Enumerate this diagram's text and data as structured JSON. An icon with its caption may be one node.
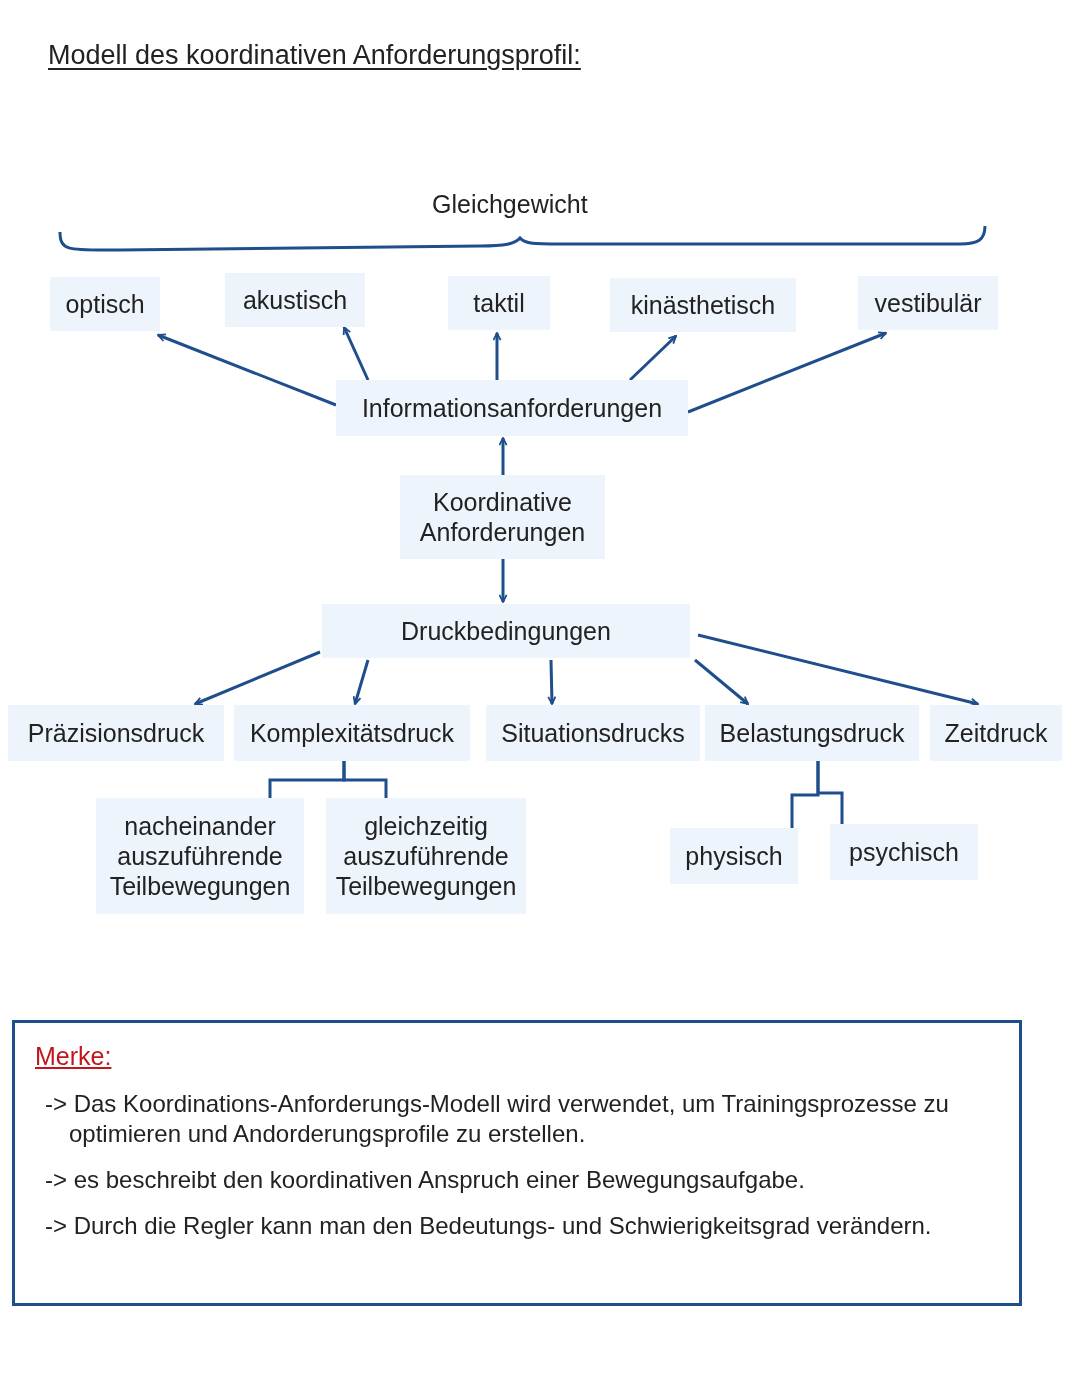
{
  "diagram": {
    "title": "Modell des koordinativen Anforderungsprofil:",
    "nodes": [
      {
        "text": [
          "optisch"
        ]
      },
      {
        "text": [
          "akustisch"
        ]
      },
      {
        "text": [
          "taktil"
        ]
      },
      {
        "text": [
          "kinästhetisch"
        ]
      },
      {
        "text": [
          "vestibulär"
        ]
      },
      {
        "text": [
          "Informationsanforderungen"
        ]
      },
      {
        "text": [
          "Koordinative Anforderungen"
        ]
      },
      {
        "text": [
          "Druckbedingungen"
        ]
      },
      {
        "text": [
          "Präzisionsdruck"
        ]
      },
      {
        "text": [
          "Komplexitätsdruck"
        ]
      },
      {
        "text": [
          "Situationsdrucks"
        ]
      },
      {
        "text": [
          "Belastungsdruck"
        ]
      },
      {
        "text": [
          "Zeitdruck"
        ]
      },
      {
        "text": [
          "nacheinander auszuführende Teilbewegungen"
        ]
      },
      {
        "text": [
          "gleichzeitig auszuführende Teilbewegungen"
        ]
      },
      {
        "text": [
          "physisch"
        ]
      },
      {
        "text": [
          "psychisch"
        ]
      },
      {
        "text": [
          "Merke:",
          "-> Das Koordinations-Anforderungs-Modell wird verwendet, um Trainingsprozesse zu optimieren und Andorderungsprofile zu erstellen.",
          "-> es beschreibt den koordinativen Anspruch einer Bewegungsaufgabe.",
          "-> Durch die Regler kann man den Bedeutungs- und Schwierigkeitsgrad verändern."
        ]
      }
    ],
    "edges": [
      {
        "from": 5,
        "to": 0,
        "arrow": "to"
      },
      {
        "from": 5,
        "to": 1,
        "arrow": "to"
      },
      {
        "from": 5,
        "to": 2,
        "arrow": "to"
      },
      {
        "from": 5,
        "to": 3,
        "arrow": "to"
      },
      {
        "from": 5,
        "to": 4,
        "arrow": "to"
      },
      {
        "from": 6,
        "to": 5,
        "arrow": "to"
      },
      {
        "from": 6,
        "to": 7,
        "arrow": "to"
      },
      {
        "from": 7,
        "to": 8,
        "arrow": "to"
      },
      {
        "from": 7,
        "to": 9,
        "arrow": "to"
      },
      {
        "from": 7,
        "to": 10,
        "arrow": "to"
      },
      {
        "from": 7,
        "to": 11,
        "arrow": "to"
      },
      {
        "from": 7,
        "to": 12,
        "arrow": "to"
      },
      {
        "from": 9,
        "to": 13,
        "arrow": "none"
      },
      {
        "from": 9,
        "to": 14,
        "arrow": "none"
      },
      {
        "from": 11,
        "to": 15,
        "arrow": "none"
      },
      {
        "from": 11,
        "to": 16,
        "arrow": "none"
      }
    ],
    "labels": [
      "Gleichgewicht"
    ]
  }
}
